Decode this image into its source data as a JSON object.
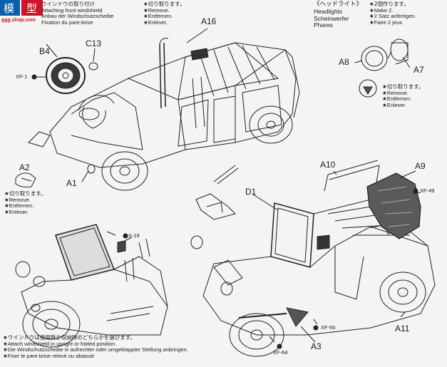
{
  "watermark": {
    "logo_text": "模型",
    "site": "ggg.shop.com"
  },
  "windshield_heading": {
    "jp": "ウインドウの取り付け",
    "en": "Attaching front windshield",
    "de": "Anbau der Windschutzscheibe",
    "fr": "Fixation du pare-brise"
  },
  "remove_note_top": {
    "jp": "★切り取ります。",
    "en": "★Remove.",
    "de": "★Entfernen.",
    "fr": "★Enlever."
  },
  "headlights_heading": {
    "jp": "《ヘッドライト》",
    "en": "Headlights",
    "de": "Scheinwerfer",
    "fr": "Phares"
  },
  "make2_note": {
    "jp": "★2個作ります。",
    "en": "★Make 2.",
    "de": "★2 Satz anfertigen.",
    "fr": "★Faire 2 jeux."
  },
  "remove_note_right": {
    "jp": "★切り取ります。",
    "en": "★Remove.",
    "de": "★Entfernen.",
    "fr": "★Enlever."
  },
  "remove_note_left": {
    "jp": "★切り取ります。",
    "en": "★Remove.",
    "de": "★Entfernen.",
    "fr": "★Enlever."
  },
  "windshield_footnote": {
    "jp": "★ウインドウは使用時か収納時のどちらかを選びます。",
    "en": "★Attach windshield in upright or folded position.",
    "de": "★Die Windschutzscheibe in aufrechter oder umgeklappter Stellung anbringen.",
    "fr": "★Fixer le pare-brise relevé ou abaissé"
  },
  "part_labels": {
    "b4": "B4",
    "c13": "C13",
    "a16": "A16",
    "xf1": "XF-1",
    "a2": "A2",
    "a1": "A1",
    "a8": "A8",
    "a7": "A7",
    "a10": "A10",
    "a9": "A9",
    "xf49": "XF-49",
    "d1": "D1",
    "x18": "X-18",
    "xf56": "XF-56",
    "a3": "A3",
    "xf64": "XF-64",
    "a11": "A11"
  }
}
